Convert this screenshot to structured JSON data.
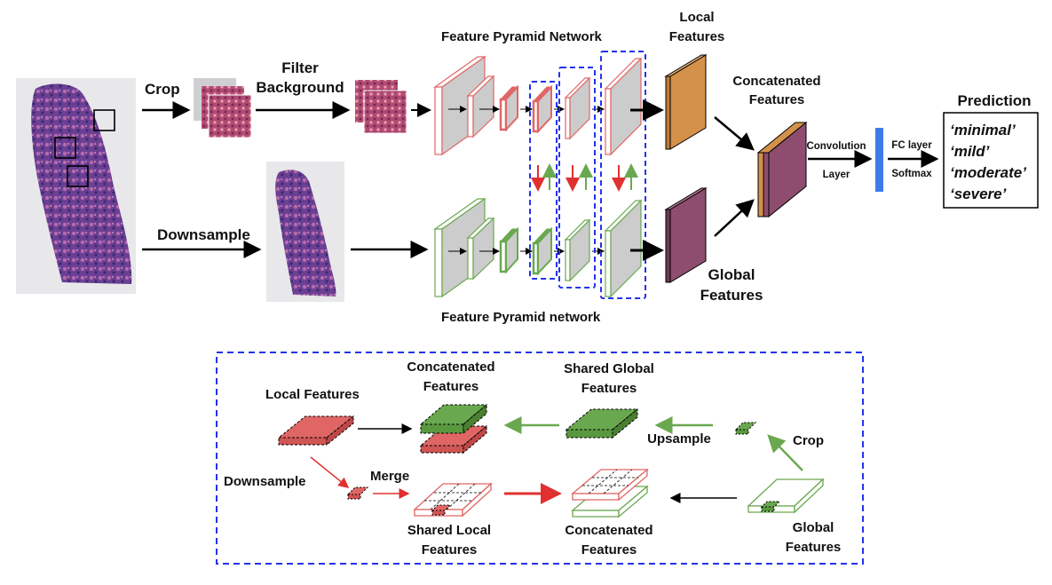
{
  "top": {
    "crop": "Crop",
    "filter_background": [
      "Filter",
      "Background"
    ],
    "downsample": "Downsample",
    "fpn_top": "Feature Pyramid Network",
    "fpn_bottom": "Feature Pyramid network",
    "local_features": [
      "Local",
      "Features"
    ],
    "global_features": [
      "Global",
      "Features"
    ],
    "concatenated_features": [
      "Concatenated",
      "Features"
    ],
    "convolution_layer": [
      "Convolution",
      "Layer"
    ],
    "fc_layer": "FC layer",
    "softmax": "Softmax",
    "prediction_title": "Prediction",
    "predictions": [
      "‘minimal’",
      "‘mild’",
      "‘moderate’",
      "‘severe’"
    ]
  },
  "detail": {
    "local_features": "Local Features",
    "concatenated_top": [
      "Concatenated",
      "Features"
    ],
    "shared_global": [
      "Shared Global",
      "Features"
    ],
    "upsample": "Upsample",
    "crop": "Crop",
    "downsample": "Downsample",
    "merge": "Merge",
    "shared_local": [
      "Shared Local",
      "Features"
    ],
    "concatenated_bottom": [
      "Concatenated",
      "Features"
    ],
    "global_features": [
      "Global",
      "Features"
    ]
  },
  "colors": {
    "local_red": "#e06666",
    "global_green": "#6aa84f",
    "detail_border_blue": "#2233ee",
    "local_feature_orange": "#d4914a",
    "global_feature_purple": "#8e4d6e",
    "fc_blue": "#3d7be8",
    "tissue_purple": "#6a3f94"
  }
}
